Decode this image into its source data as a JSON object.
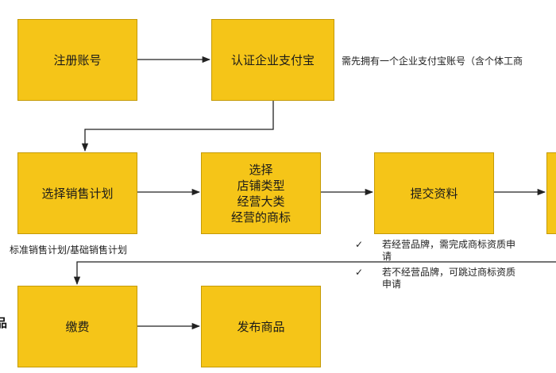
{
  "nodes": {
    "register": "注册账号",
    "verify": "认证企业支付宝",
    "select_plan": "选择销售计划",
    "select_details": [
      "选择",
      "店铺类型",
      "经营大类",
      "经营的商标"
    ],
    "submit": "提交资料",
    "pay": "缴费",
    "publish": "发布商品"
  },
  "notes": {
    "alipay_requirement": "需先拥有一个企业支付宝账号（含个体工商",
    "plan_types": "标准销售计划/基础销售计划",
    "check_mark": "✓",
    "brand_yes": "若经营品牌，需完成商标资质申请",
    "brand_no": "若不经营品牌，可跳过商标资质申请"
  },
  "edge_fragment": "品",
  "colors": {
    "box_fill": "#f5c518",
    "box_border": "#c49a06",
    "arrow": "#222222"
  }
}
